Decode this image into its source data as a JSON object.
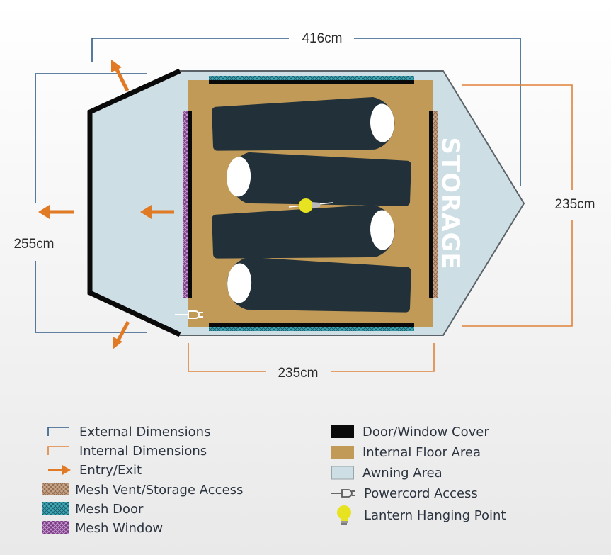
{
  "dimensions": {
    "external_length": "416cm",
    "external_width": "255cm",
    "internal_length": "235cm",
    "internal_width": "235cm"
  },
  "storage_label": "STORAGE",
  "colors": {
    "external": "#2e5a86",
    "internal": "#e0823a",
    "entry": "#e07a25",
    "cover": "#0a0a0a",
    "floor": "#c09a56",
    "awning": "#cddfe5",
    "mesh_vent": "#c9a487",
    "mesh_door": "#3fa9b8",
    "mesh_window": "#7a3b84",
    "sleeping_bag": "#22303a"
  },
  "legend": {
    "left": [
      {
        "label": "External Dimensions",
        "icon": "external-dimension-icon"
      },
      {
        "label": "Internal Dimensions",
        "icon": "internal-dimension-icon"
      },
      {
        "label": "Entry/Exit",
        "icon": "arrow-right-icon"
      },
      {
        "label": "Mesh Vent/Storage Access",
        "icon": "mesh-vent-swatch"
      },
      {
        "label": "Mesh Door",
        "icon": "mesh-door-swatch"
      },
      {
        "label": "Mesh Window",
        "icon": "mesh-window-swatch"
      }
    ],
    "right": [
      {
        "label": "Door/Window Cover",
        "icon": "cover-swatch"
      },
      {
        "label": "Internal Floor Area",
        "icon": "floor-swatch"
      },
      {
        "label": "Awning Area",
        "icon": "awning-swatch"
      },
      {
        "label": "Powercord Access",
        "icon": "plug-icon"
      },
      {
        "label": "Lantern Hanging Point",
        "icon": "bulb-icon"
      }
    ]
  }
}
